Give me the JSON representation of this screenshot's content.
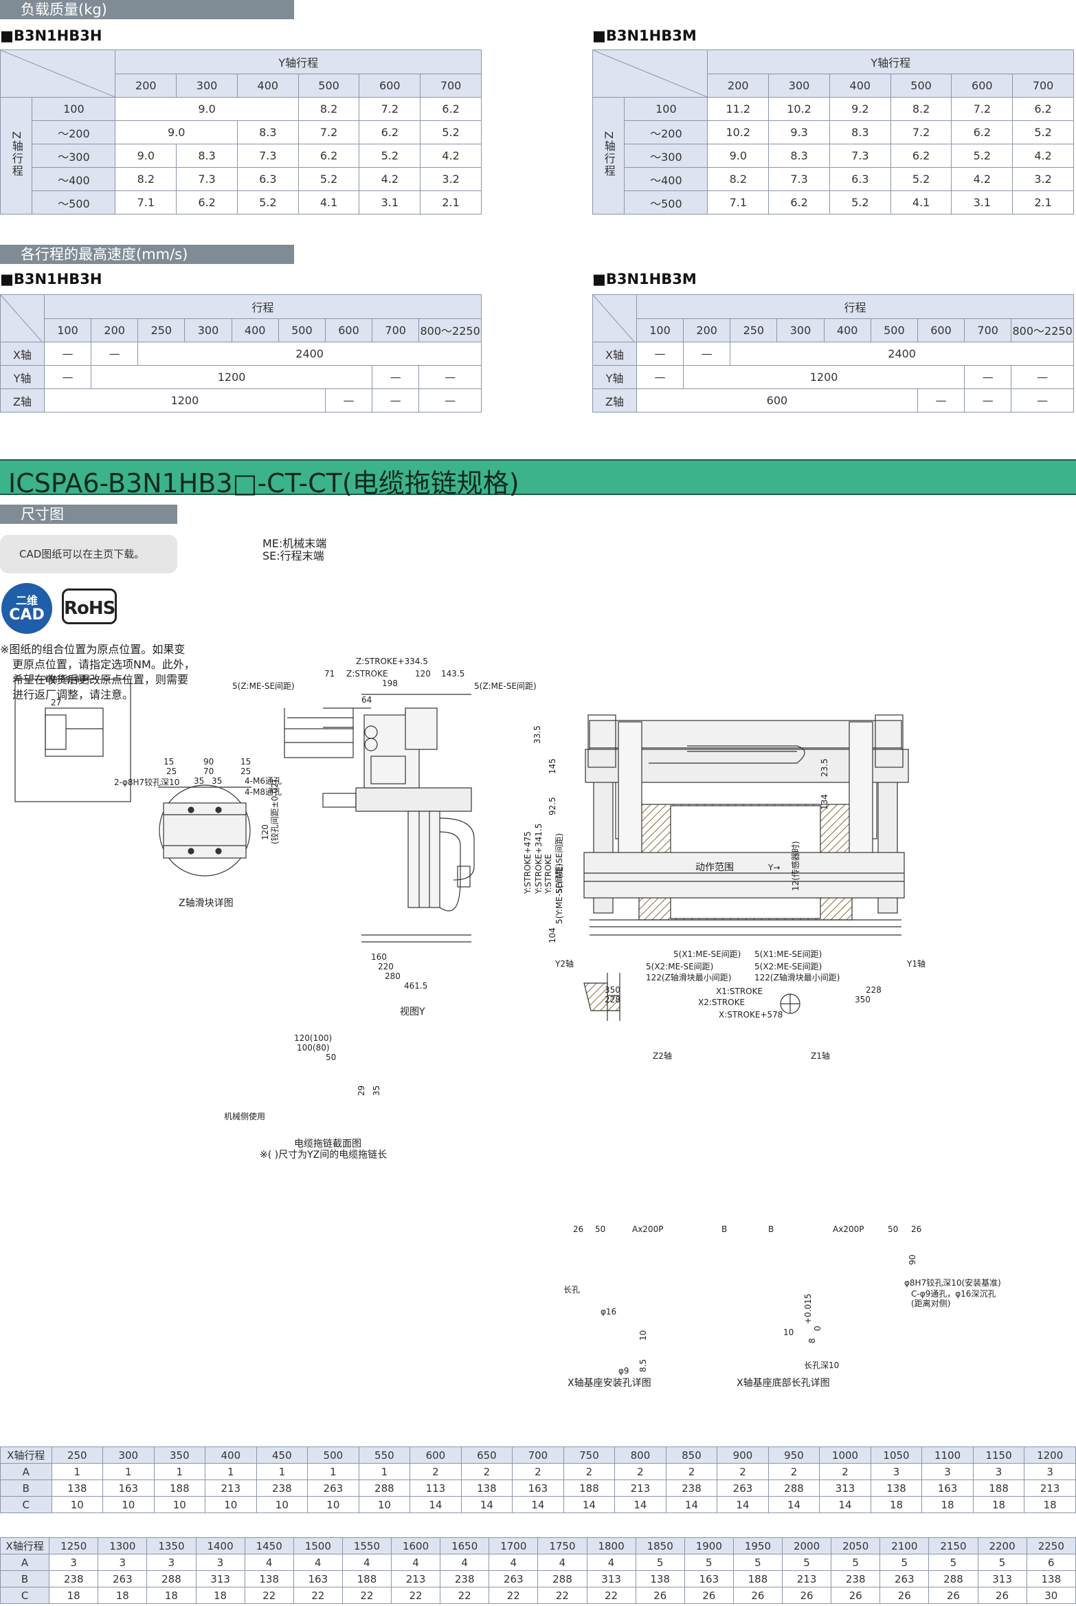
{
  "load": {
    "section_title": "负载质量(kg)",
    "left": {
      "model": "■B3N1HB3H",
      "y_header": "Y轴行程",
      "z_header": "Z轴行程",
      "cols": [
        "200",
        "300",
        "400",
        "500",
        "600",
        "700"
      ],
      "rows": [
        {
          "label": "100",
          "cells": [
            {
              "v": "9.0",
              "span": 3
            },
            {
              "v": "8.2",
              "span": 1
            },
            {
              "v": "7.2",
              "span": 1
            },
            {
              "v": "6.2",
              "span": 1
            }
          ]
        },
        {
          "label": "～200",
          "cells": [
            {
              "v": "9.0",
              "span": 2
            },
            {
              "v": "8.3",
              "span": 1
            },
            {
              "v": "7.2",
              "span": 1
            },
            {
              "v": "6.2",
              "span": 1
            },
            {
              "v": "5.2",
              "span": 1
            }
          ]
        },
        {
          "label": "～300",
          "cells": [
            {
              "v": "9.0",
              "span": 1
            },
            {
              "v": "8.3",
              "span": 1
            },
            {
              "v": "7.3",
              "span": 1
            },
            {
              "v": "6.2",
              "span": 1
            },
            {
              "v": "5.2",
              "span": 1
            },
            {
              "v": "4.2",
              "span": 1
            }
          ]
        },
        {
          "label": "～400",
          "cells": [
            {
              "v": "8.2",
              "span": 1
            },
            {
              "v": "7.3",
              "span": 1
            },
            {
              "v": "6.3",
              "span": 1
            },
            {
              "v": "5.2",
              "span": 1
            },
            {
              "v": "4.2",
              "span": 1
            },
            {
              "v": "3.2",
              "span": 1
            }
          ]
        },
        {
          "label": "～500",
          "cells": [
            {
              "v": "7.1",
              "span": 1
            },
            {
              "v": "6.2",
              "span": 1
            },
            {
              "v": "5.2",
              "span": 1
            },
            {
              "v": "4.1",
              "span": 1
            },
            {
              "v": "3.1",
              "span": 1
            },
            {
              "v": "2.1",
              "span": 1
            }
          ]
        }
      ]
    },
    "right": {
      "model": "■B3N1HB3M",
      "y_header": "Y轴行程",
      "z_header": "Z轴行程",
      "cols": [
        "200",
        "300",
        "400",
        "500",
        "600",
        "700"
      ],
      "rows": [
        {
          "label": "100",
          "cells": [
            {
              "v": "11.2",
              "span": 1
            },
            {
              "v": "10.2",
              "span": 1
            },
            {
              "v": "9.2",
              "span": 1
            },
            {
              "v": "8.2",
              "span": 1
            },
            {
              "v": "7.2",
              "span": 1
            },
            {
              "v": "6.2",
              "span": 1
            }
          ]
        },
        {
          "label": "～200",
          "cells": [
            {
              "v": "10.2",
              "span": 1
            },
            {
              "v": "9.3",
              "span": 1
            },
            {
              "v": "8.3",
              "span": 1
            },
            {
              "v": "7.2",
              "span": 1
            },
            {
              "v": "6.2",
              "span": 1
            },
            {
              "v": "5.2",
              "span": 1
            }
          ]
        },
        {
          "label": "～300",
          "cells": [
            {
              "v": "9.0",
              "span": 1
            },
            {
              "v": "8.3",
              "span": 1
            },
            {
              "v": "7.3",
              "span": 1
            },
            {
              "v": "6.2",
              "span": 1
            },
            {
              "v": "5.2",
              "span": 1
            },
            {
              "v": "4.2",
              "span": 1
            }
          ]
        },
        {
          "label": "～400",
          "cells": [
            {
              "v": "8.2",
              "span": 1
            },
            {
              "v": "7.3",
              "span": 1
            },
            {
              "v": "6.3",
              "span": 1
            },
            {
              "v": "5.2",
              "span": 1
            },
            {
              "v": "4.2",
              "span": 1
            },
            {
              "v": "3.2",
              "span": 1
            }
          ]
        },
        {
          "label": "～500",
          "cells": [
            {
              "v": "7.1",
              "span": 1
            },
            {
              "v": "6.2",
              "span": 1
            },
            {
              "v": "5.2",
              "span": 1
            },
            {
              "v": "4.1",
              "span": 1
            },
            {
              "v": "3.1",
              "span": 1
            },
            {
              "v": "2.1",
              "span": 1
            }
          ]
        }
      ]
    }
  },
  "speed": {
    "section_title": "各行程的最高速度(mm/s)",
    "left": {
      "model": "■B3N1HB3H",
      "header": "行程",
      "cols": [
        "100",
        "200",
        "250",
        "300",
        "400",
        "500",
        "600",
        "700",
        "800～2250"
      ],
      "rows": [
        {
          "label": "X轴",
          "cells": [
            {
              "v": "—",
              "span": 1
            },
            {
              "v": "—",
              "span": 1
            },
            {
              "v": "2400",
              "span": 7
            }
          ]
        },
        {
          "label": "Y轴",
          "cells": [
            {
              "v": "—",
              "span": 1
            },
            {
              "v": "1200",
              "span": 6
            },
            {
              "v": "—",
              "span": 1
            },
            {
              "v": "—",
              "span": 1
            }
          ]
        },
        {
          "label": "Z轴",
          "cells": [
            {
              "v": "1200",
              "span": 6
            },
            {
              "v": "—",
              "span": 1
            },
            {
              "v": "—",
              "span": 1
            },
            {
              "v": "—",
              "span": 1
            }
          ]
        }
      ]
    },
    "right": {
      "model": "■B3N1HB3M",
      "header": "行程",
      "cols": [
        "100",
        "200",
        "250",
        "300",
        "400",
        "500",
        "600",
        "700",
        "800～2250"
      ],
      "rows": [
        {
          "label": "X轴",
          "cells": [
            {
              "v": "—",
              "span": 1
            },
            {
              "v": "—",
              "span": 1
            },
            {
              "v": "2400",
              "span": 7
            }
          ]
        },
        {
          "label": "Y轴",
          "cells": [
            {
              "v": "—",
              "span": 1
            },
            {
              "v": "1200",
              "span": 6
            },
            {
              "v": "—",
              "span": 1
            },
            {
              "v": "—",
              "span": 1
            }
          ]
        },
        {
          "label": "Z轴",
          "cells": [
            {
              "v": "600",
              "span": 6
            },
            {
              "v": "—",
              "span": 1
            },
            {
              "v": "—",
              "span": 1
            },
            {
              "v": "—",
              "span": 1
            }
          ]
        }
      ]
    }
  },
  "product_title": "ICSPA6-B3N1HB3□-CT-CT(电缆拖链规格)",
  "dimension_title": "尺寸图",
  "cad_note": "CAD图纸可以在主页下载。",
  "me_note": "ME:机械末端",
  "se_note": "SE:行程末端",
  "badge_cad_top": "二维",
  "badge_cad_bottom": "CAD",
  "badge_rohs": "RoHS",
  "origin_note": [
    "※图纸的组合位置为原点位置。如果变",
    "更原点位置，请指定选项NM。此外，",
    "希望在收货后更改原点位置，则需要",
    "进行返厂调整，请注意。"
  ],
  "drawing": {
    "z_slider_caption": "Z轴滑块详图",
    "z_slider_dims": [
      "15",
      "90",
      "15",
      "25",
      "70",
      "25",
      "35",
      "35",
      "2-φ8H7铰孔深10",
      "4-M6通孔",
      "4-M8通孔",
      "120",
      "(铰孔间距±0.02)"
    ],
    "view_y_caption": "视图Y",
    "view_y_dims": [
      "Z:STROKE+334.5",
      "71",
      "Z:STROKE",
      "120",
      "143.5",
      "198",
      "64",
      "5(Z:ME-SE间距)",
      "5(Z:ME-SE间距)",
      "160",
      "220",
      "280",
      "461.5"
    ],
    "brake_caption": "Y轴带刹车时",
    "brake_dim": "27",
    "chain_caption": "电缆拖链截面图",
    "chain_note": "※( )尺寸为YZ间的电缆拖链长",
    "chain_dims": [
      "120(100)",
      "100(80)",
      "50",
      "29",
      "35",
      "机械侧使用"
    ],
    "front_dims": [
      "33.5",
      "145",
      "92.5",
      "Y:STROKE+475",
      "Y:STROKE+341.5",
      "Y:STROKE",
      "5(Y:ME-SE间距)",
      "5(Y:ME-SE间距)",
      "104",
      "134",
      "23.5",
      "Y2轴",
      "Y1轴",
      "动作范围",
      "Y→",
      "12(传感器时)",
      "5(X1:ME-SE间距)",
      "5(X1:ME-SE间距)",
      "5(X2:ME-SE间距)",
      "5(X2:ME-SE间距)",
      "122(Z轴滑块最小间距)",
      "122(Z轴滑块最小间距)",
      "350",
      "228",
      "X1:STROKE",
      "X2:STROKE",
      "228",
      "350",
      "X:STROKE+578"
    ],
    "top_dims": [
      "Z2轴",
      "Z1轴",
      "12(传感器时)"
    ],
    "base_dims": [
      "26",
      "50",
      "Ax200P",
      "B",
      "B",
      "Ax200P",
      "50",
      "26",
      "90",
      "长孔",
      "φ8H7铰孔深10(安装基准)",
      "C-φ9通孔，φ16深沉孔",
      "(距离对侧)"
    ],
    "hole_caption_1": "X轴基座安装孔详图",
    "hole_dims_1": [
      "φ16",
      "φ9",
      "10",
      "8.5"
    ],
    "hole_caption_2": "X轴基座底部长孔详图",
    "hole_dims_2": [
      "10",
      "8",
      "+0.015",
      "0",
      "长孔深10"
    ]
  },
  "dim_table_1": {
    "header": "X轴行程",
    "cols": [
      "250",
      "300",
      "350",
      "400",
      "450",
      "500",
      "550",
      "600",
      "650",
      "700",
      "750",
      "800",
      "850",
      "900",
      "950",
      "1000",
      "1050",
      "1100",
      "1150",
      "1200"
    ],
    "rows": [
      {
        "label": "A",
        "values": [
          "1",
          "1",
          "1",
          "1",
          "1",
          "1",
          "1",
          "2",
          "2",
          "2",
          "2",
          "2",
          "2",
          "2",
          "2",
          "2",
          "3",
          "3",
          "3",
          "3"
        ]
      },
      {
        "label": "B",
        "values": [
          "138",
          "163",
          "188",
          "213",
          "238",
          "263",
          "288",
          "113",
          "138",
          "163",
          "188",
          "213",
          "238",
          "263",
          "288",
          "313",
          "138",
          "163",
          "188",
          "213"
        ]
      },
      {
        "label": "C",
        "values": [
          "10",
          "10",
          "10",
          "10",
          "10",
          "10",
          "10",
          "14",
          "14",
          "14",
          "14",
          "14",
          "14",
          "14",
          "14",
          "14",
          "18",
          "18",
          "18",
          "18"
        ]
      }
    ]
  },
  "dim_table_2": {
    "header": "X轴行程",
    "cols": [
      "1250",
      "1300",
      "1350",
      "1400",
      "1450",
      "1500",
      "1550",
      "1600",
      "1650",
      "1700",
      "1750",
      "1800",
      "1850",
      "1900",
      "1950",
      "2000",
      "2050",
      "2100",
      "2150",
      "2200",
      "2250"
    ],
    "rows": [
      {
        "label": "A",
        "values": [
          "3",
          "3",
          "3",
          "3",
          "4",
          "4",
          "4",
          "4",
          "4",
          "4",
          "4",
          "4",
          "5",
          "5",
          "5",
          "5",
          "5",
          "5",
          "5",
          "5",
          "6"
        ]
      },
      {
        "label": "B",
        "values": [
          "238",
          "263",
          "288",
          "313",
          "138",
          "163",
          "188",
          "213",
          "238",
          "263",
          "288",
          "313",
          "138",
          "163",
          "188",
          "213",
          "238",
          "263",
          "288",
          "313",
          "138"
        ]
      },
      {
        "label": "C",
        "values": [
          "18",
          "18",
          "18",
          "18",
          "22",
          "22",
          "22",
          "22",
          "22",
          "22",
          "22",
          "22",
          "26",
          "26",
          "26",
          "26",
          "26",
          "26",
          "26",
          "26",
          "30"
        ]
      }
    ]
  }
}
